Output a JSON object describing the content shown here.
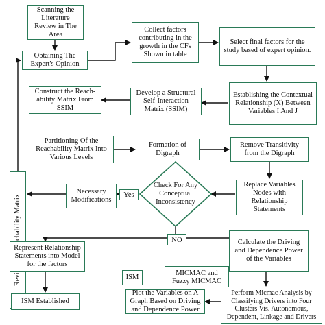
{
  "nodes": {
    "scan": "Scanning the Literature Review in The Area",
    "expert": "Obtaining The Expert's Opinion",
    "collect": "Collect factors contributing in the growth in the CFs Shown in table",
    "select": "Select final factors for the study based of expert opinion.",
    "contextual": "Establishing the Contextual Relationship (X) Between Variables I And J",
    "ssim": "Develop a Structural Self-Interaction Matrix (SSIM)",
    "reach": "Construct the Reach-ability Matrix From SSIM",
    "partition": "Partitioning Of the Reachability Matrix Into Various Levels",
    "digraph": "Formation of Digraph",
    "transitivity": "Remove Transitivity from the Digraph",
    "replace": "Replace Variables Nodes with Relationship Statements",
    "check": "Check For Any Conceptual Inconsistency",
    "modify": "Necessary Modifications",
    "revise": "Revise The Reachability Matrix",
    "represent": "Represent Relationship Statements into Model for the factors",
    "calculate": "Calculate the Driving and Dependence Power of the Variables",
    "micmac": "MICMAC and Fuzzy MICMAC",
    "ism": "ISM",
    "ism_established": "ISM Established",
    "plot": "Plot the Variables on A Graph Based on Driving and Dependence Power",
    "perform": "Perform Micmac Analysis by Classifying Drivers into Four Clusters Vis. Autonomous, Dependent, Linkage and Drivers"
  },
  "labels": {
    "yes": "Yes",
    "no": "NO"
  }
}
